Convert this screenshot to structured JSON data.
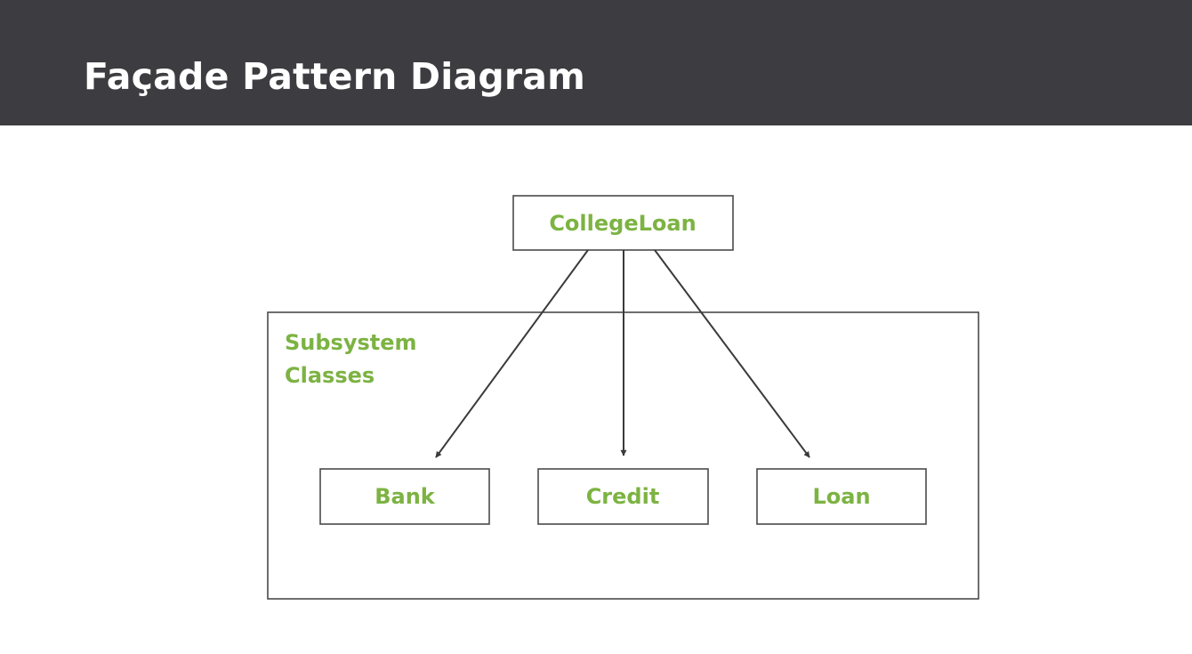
{
  "header": {
    "title": "Façade Pattern Diagram"
  },
  "diagram": {
    "facade": {
      "label": "CollegeLoan"
    },
    "subsystem": {
      "label_line1": "Subsystem",
      "label_line2": "Classes"
    },
    "classes": [
      {
        "label": "Bank"
      },
      {
        "label": "Credit"
      },
      {
        "label": "Loan"
      }
    ],
    "edges": [
      {
        "from": "CollegeLoan",
        "to": "Bank"
      },
      {
        "from": "CollegeLoan",
        "to": "Credit"
      },
      {
        "from": "CollegeLoan",
        "to": "Loan"
      }
    ]
  },
  "colors": {
    "header_background": "#3d3d41",
    "header_text": "#ffffff",
    "label_green": "#7cb342",
    "border": "#4a4a4a"
  }
}
